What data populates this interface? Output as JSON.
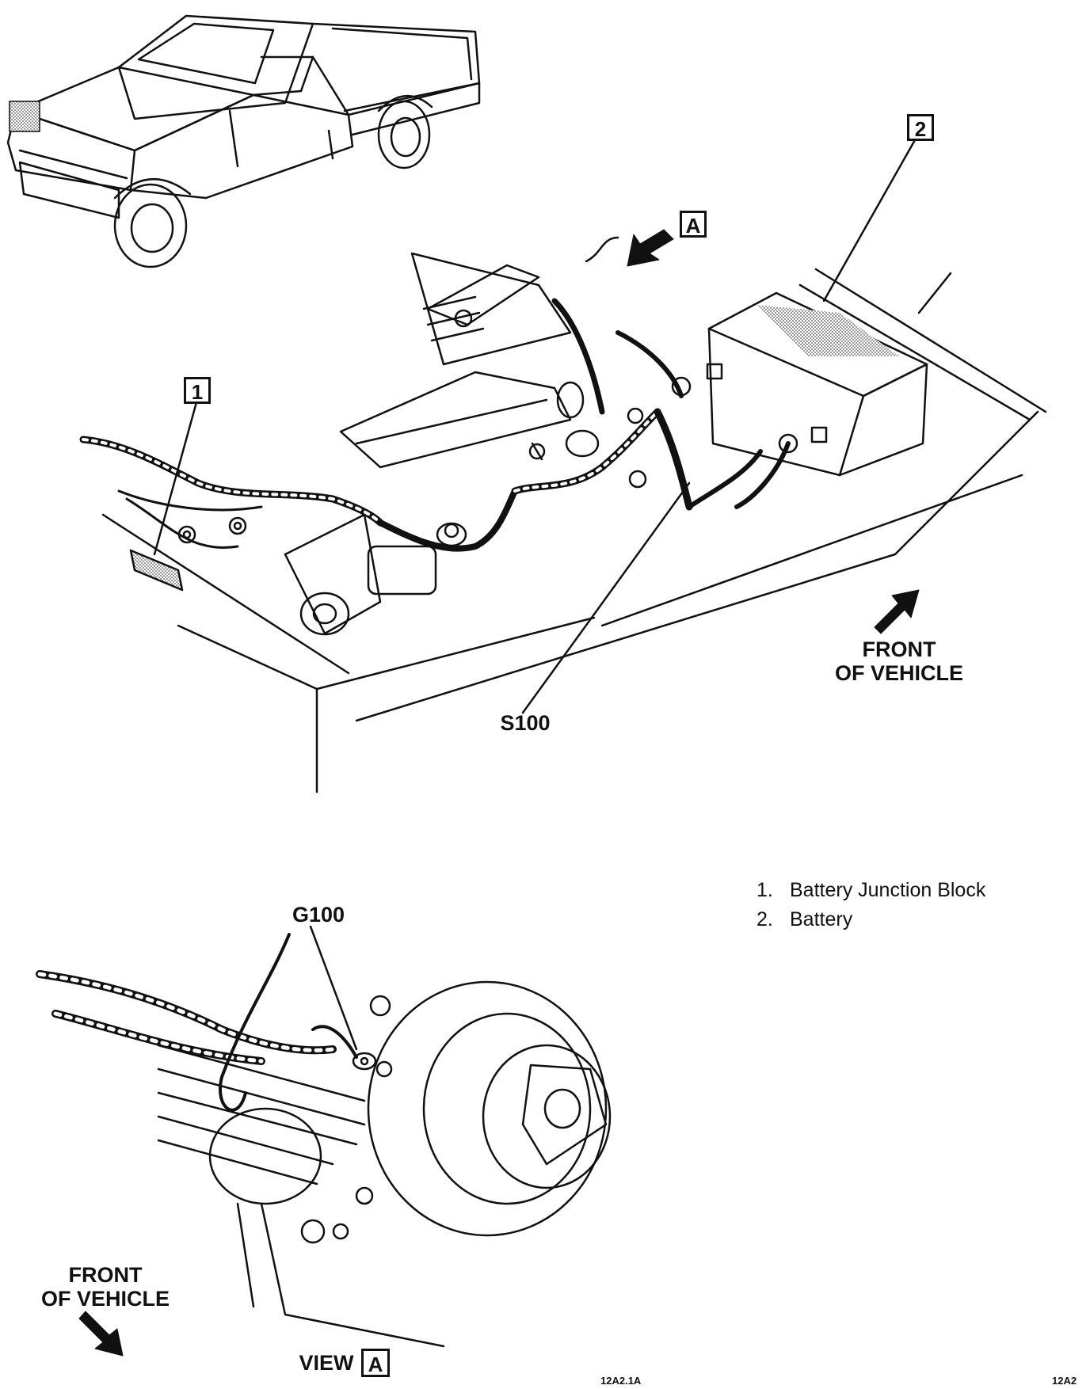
{
  "callouts": {
    "one": "1",
    "two": "2",
    "view_a_box": "A",
    "view_ref": "A"
  },
  "labels": {
    "s100": "S100",
    "g100": "G100",
    "front_top_line1": "FRONT",
    "front_top_line2": "OF VEHICLE",
    "front_bottom_line1": "FRONT",
    "front_bottom_line2": "OF VEHICLE",
    "view": "VIEW"
  },
  "legend": {
    "items": [
      {
        "num": "1.",
        "text": "Battery Junction Block"
      },
      {
        "num": "2.",
        "text": "Battery"
      }
    ]
  },
  "codes": {
    "left": "12A2.1A",
    "right": "12A2"
  }
}
